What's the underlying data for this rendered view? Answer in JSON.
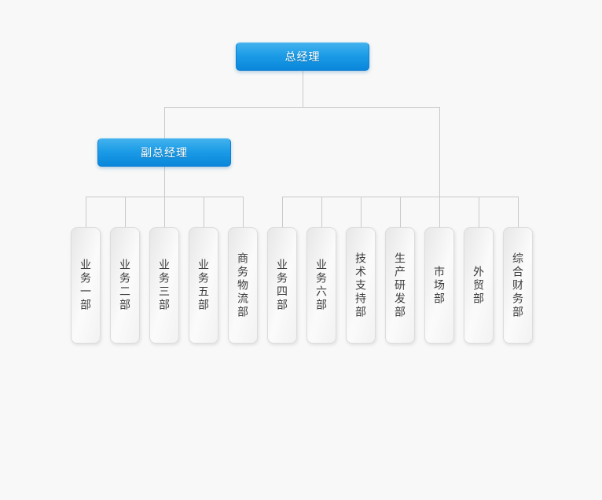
{
  "org_chart": {
    "root": {
      "label": "总经理"
    },
    "deputy": {
      "label": "副总经理",
      "departments": [
        "业务一部",
        "业务二部",
        "业务三部",
        "业务五部",
        "商务物流部"
      ]
    },
    "direct_departments": [
      "业务四部",
      "业务六部",
      "技术支持部",
      "生产研发部",
      "市场部",
      "外贸部",
      "综合财务部"
    ]
  },
  "colors": {
    "manager_node_gradient_top": "#41b1ee",
    "manager_node_gradient_bottom": "#0a86da",
    "manager_node_text": "#ffffff",
    "department_node_background": "#fbfbfb",
    "department_node_border": "#dcdcdc",
    "department_node_text": "#3c3c3c",
    "connector_line": "#c9c9c9",
    "page_background": "#f8f8f8"
  }
}
